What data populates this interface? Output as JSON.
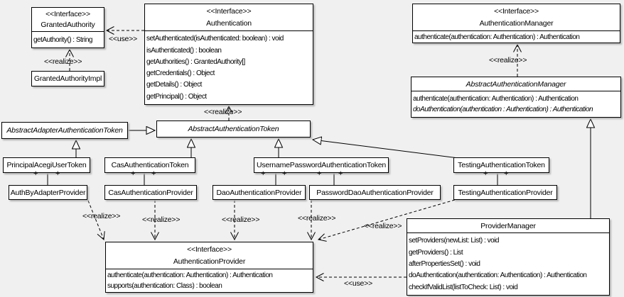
{
  "labels": {
    "realize": "&lt;&lt;realize&gt;&gt;",
    "realize_text": "<<realize>>",
    "use_text": "<<use>>",
    "plus": "+"
  },
  "colors": {
    "background": "#f0f0f0",
    "box_fill": "#ffffff",
    "line": "#000000",
    "shadow": "#b4b4b4"
  },
  "classes": {
    "granted_authority": {
      "stereotype": "<<Interface>>",
      "name": "GrantedAuthority",
      "methods": [
        "getAuthority() : String"
      ]
    },
    "granted_authority_impl": {
      "name": "GrantedAuthorityImpl"
    },
    "authentication": {
      "stereotype": "<<Interface>>",
      "name": "Authentication",
      "methods": [
        "setAuthenticated(isAuthenticated: boolean) : void",
        "isAuthenticated() : boolean",
        "getAuthorities() : GrantedAuthority[]",
        "getCredentials() : Object",
        "getDetails() : Object",
        "getPrincipal() : Object"
      ]
    },
    "authentication_manager": {
      "stereotype": "<<Interface>>",
      "name": "AuthenticationManager",
      "methods": [
        "authenticate(authentication: Authentication) : Authentication"
      ]
    },
    "abstract_authentication_manager": {
      "name": "AbstractAuthenticationManager",
      "methods": [
        "authenticate(authentication: Authentication) : Authentication",
        "doAuthentication(authentication : Authentication) : Authentication"
      ]
    },
    "abstract_adapter_authentication_token": {
      "name": "AbstractAdapterAuthenticationToken"
    },
    "abstract_authentication_token": {
      "name": "AbstractAuthenticationToken"
    },
    "principal_acegi_user_token": {
      "name": "PrincipalAcegiUserToken"
    },
    "cas_authentication_token": {
      "name": "CasAuthenticationToken"
    },
    "username_password_authentication_token": {
      "name": "UsernamePasswordAuthenticationToken"
    },
    "testing_authentication_token": {
      "name": "TestingAuthenticationToken"
    },
    "auth_by_adapter_provider": {
      "name": "AuthByAdapterProvider"
    },
    "cas_authentication_provider": {
      "name": "CasAuthenticationProvider"
    },
    "dao_authentication_provider": {
      "name": "DaoAuthenticationProvider"
    },
    "password_dao_authentication_provider": {
      "name": "PasswordDaoAuthenticationProvider"
    },
    "testing_authentication_provider": {
      "name": "TestingAuthenticationProvider"
    },
    "authentication_provider": {
      "stereotype": "<<Interface>>",
      "name": "AuthenticationProvider",
      "methods": [
        "authenticate(authentication: Authentication) : Authentication",
        "supports(authentication: Class) : boolean"
      ]
    },
    "provider_manager": {
      "name": "ProviderManager",
      "methods": [
        "setProviders(newList: List) : void",
        "getProviders() : List",
        "afterPropertiesSet() : void",
        "doAuthentication(authentication: Authentication) : Authentication",
        "checkIfValidList(listToCheck: List) : void"
      ]
    }
  }
}
